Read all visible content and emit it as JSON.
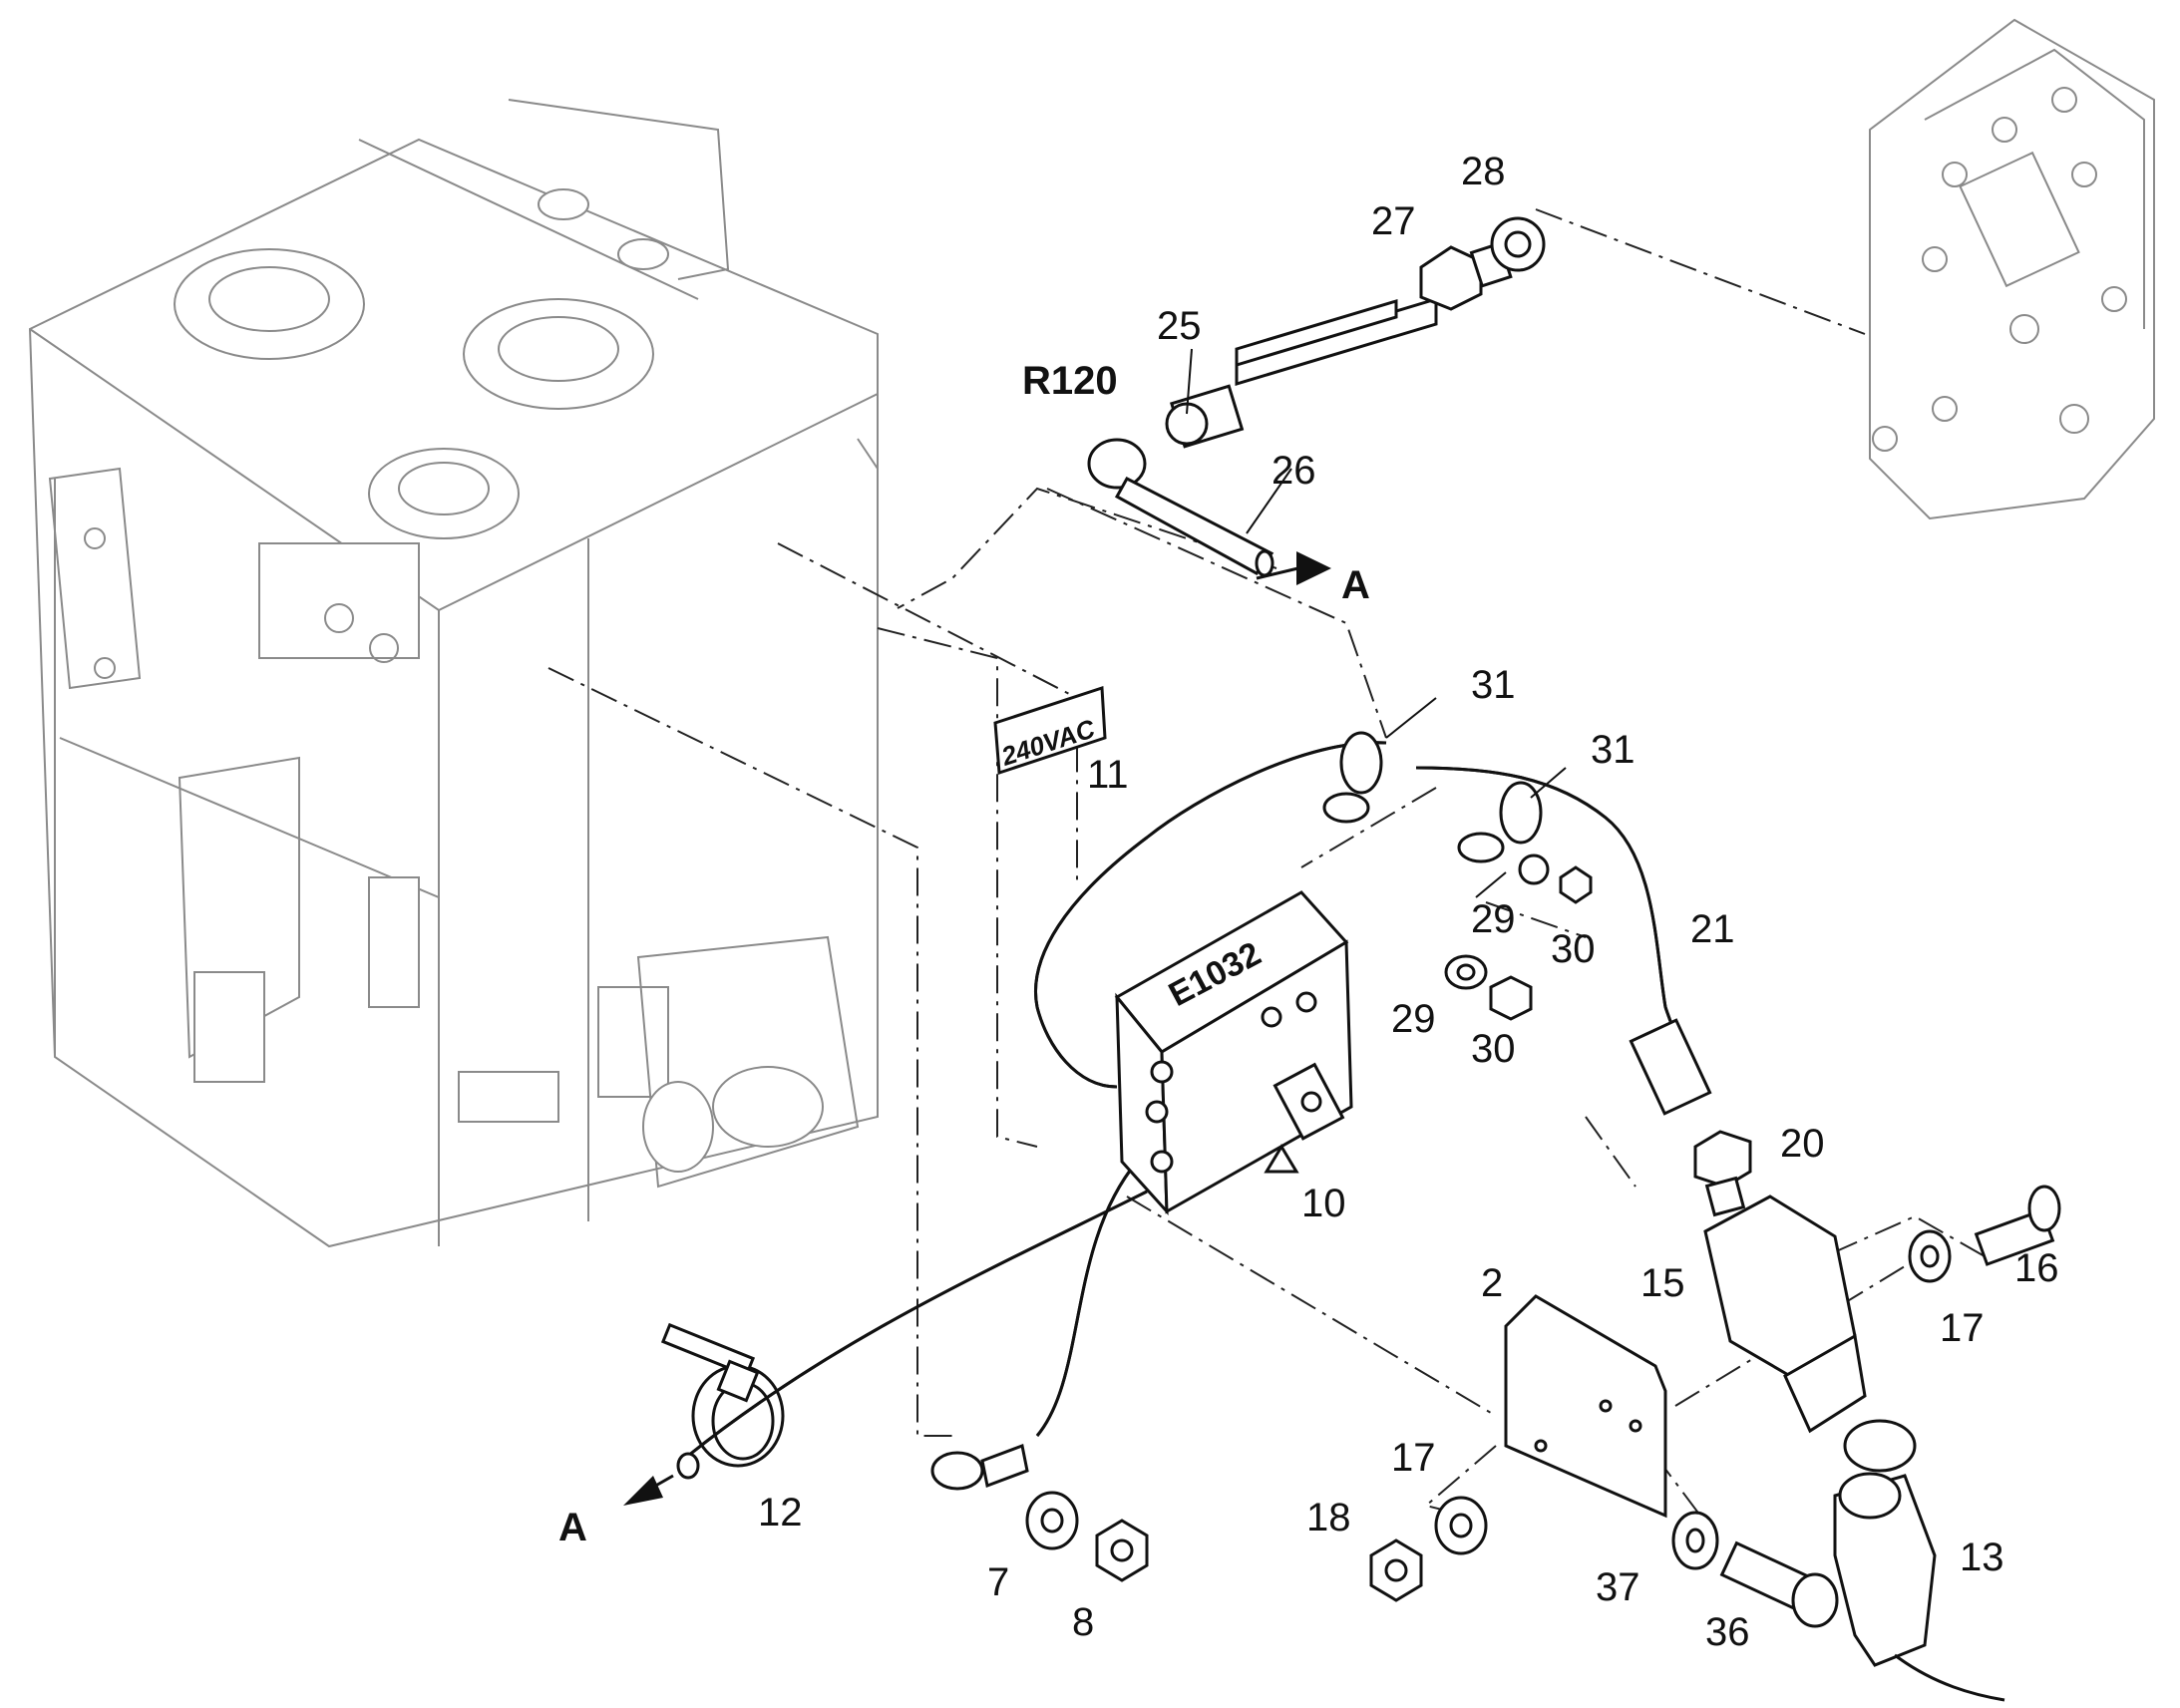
{
  "callouts": {
    "c2": "2",
    "c7": "7",
    "c8": "8",
    "c10": "10",
    "c11": "11",
    "c12": "12",
    "c13": "13",
    "c15": "15",
    "c16": "16",
    "c17a": "17",
    "c17b": "17",
    "c18": "18",
    "c20": "20",
    "c21": "21",
    "c25": "25",
    "c26": "26",
    "c27": "27",
    "c28": "28",
    "c29a": "29",
    "c29b": "29",
    "c30a": "30",
    "c30b": "30",
    "c31a": "31",
    "c31b": "31",
    "c36": "36",
    "c37": "37"
  },
  "labels": {
    "sensor_code": "R120",
    "box_code": "E1032",
    "voltage_tag": "240VAC",
    "view_ref_top": "A",
    "view_ref_bottom": "A"
  }
}
